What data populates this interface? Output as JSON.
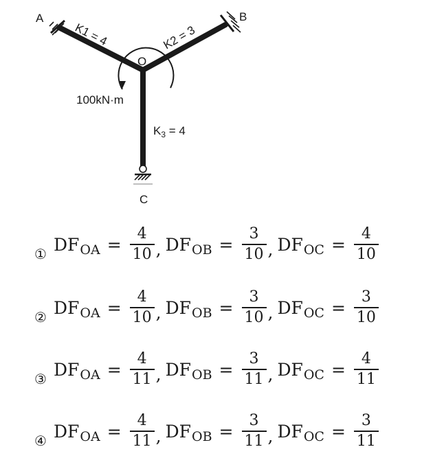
{
  "figure": {
    "support_a": "A",
    "support_b": "B",
    "support_c": "C",
    "joint": "O",
    "k1": "K1 = 4",
    "k2": "K2 = 3",
    "k3_main": "K",
    "k3_sub": "3",
    "k3_rest": " = 4",
    "moment": "100kN·m"
  },
  "options": [
    {
      "number": "①",
      "oa": {
        "num": "4",
        "den": "10"
      },
      "ob": {
        "num": "3",
        "den": "10"
      },
      "oc": {
        "num": "4",
        "den": "10"
      }
    },
    {
      "number": "②",
      "oa": {
        "num": "4",
        "den": "10"
      },
      "ob": {
        "num": "3",
        "den": "10"
      },
      "oc": {
        "num": "3",
        "den": "10"
      }
    },
    {
      "number": "③",
      "oa": {
        "num": "4",
        "den": "11"
      },
      "ob": {
        "num": "3",
        "den": "11"
      },
      "oc": {
        "num": "4",
        "den": "11"
      }
    },
    {
      "number": "④",
      "oa": {
        "num": "4",
        "den": "11"
      },
      "ob": {
        "num": "3",
        "den": "11"
      },
      "oc": {
        "num": "3",
        "den": "11"
      }
    }
  ],
  "df_label": "DF",
  "sub_oa": "OA",
  "sub_ob": "OB",
  "sub_oc": "OC",
  "equals": "=",
  "comma": ","
}
